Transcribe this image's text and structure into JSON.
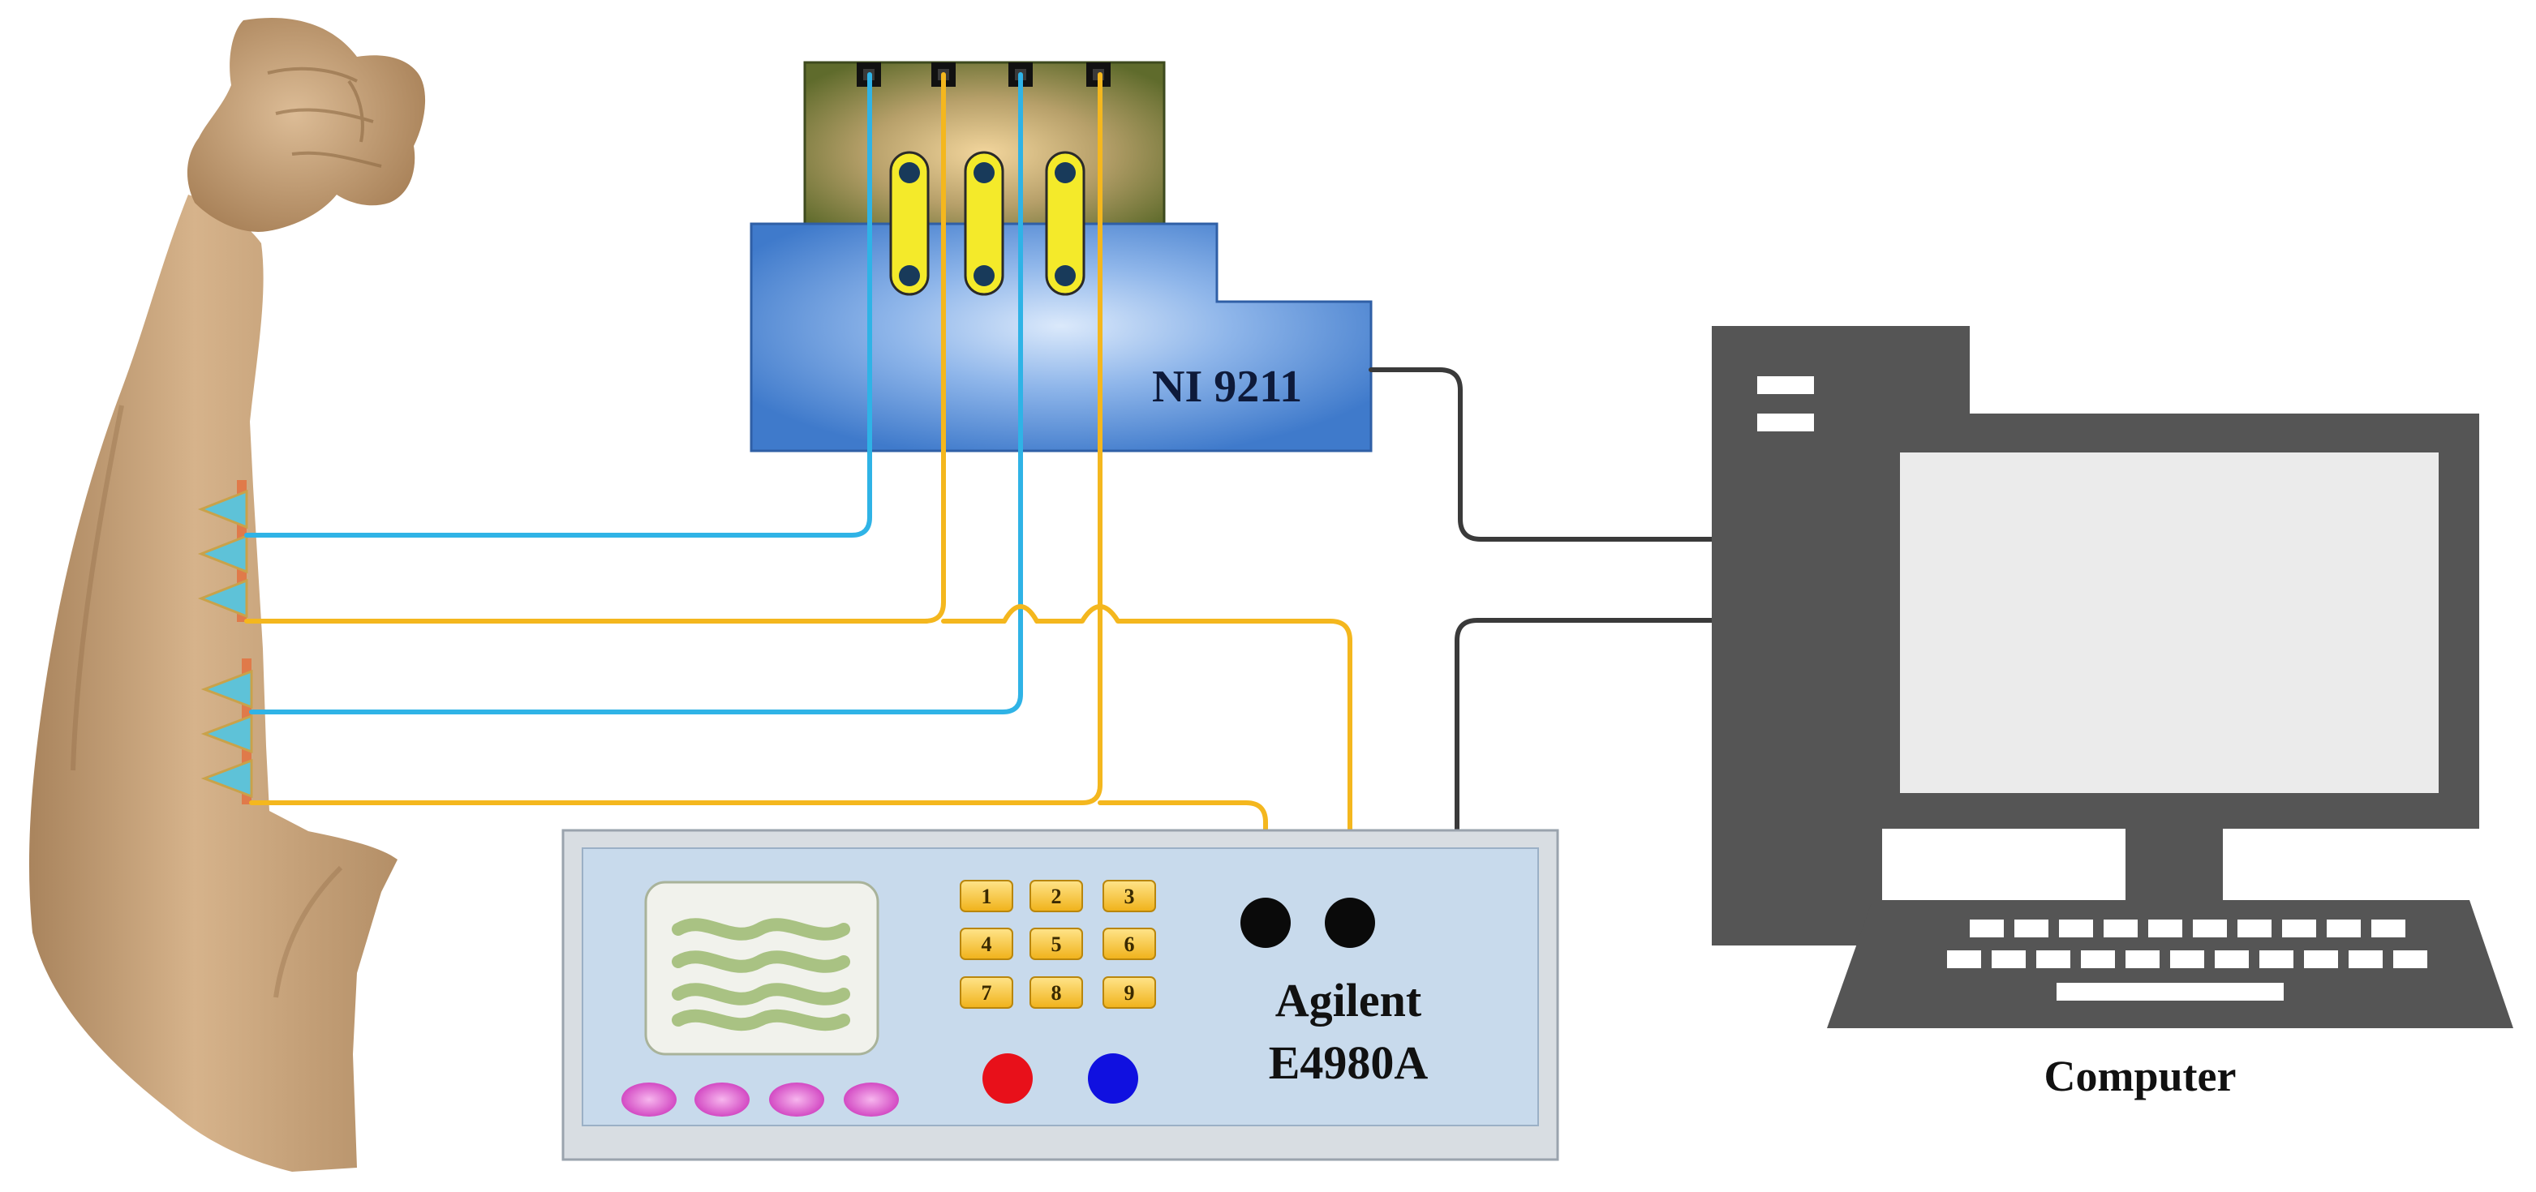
{
  "daq_module": {
    "label": "NI 9211",
    "channel_count": 4
  },
  "lcr_meter": {
    "label_line1": "Agilent",
    "label_line2": "E4980A",
    "keypad": [
      "1",
      "2",
      "3",
      "4",
      "5",
      "6",
      "7",
      "8",
      "9"
    ],
    "indicator_colors": [
      "#e8101a",
      "#1010e0"
    ],
    "terminal_count": 2,
    "soft_button_count": 4
  },
  "computer": {
    "label": "Computer"
  },
  "colors": {
    "thermocouple_wire": "#2fb3e6",
    "measurement_wire": "#f4b71e",
    "data_cable": "#3a3a3a",
    "daq_body": "#5b93d9",
    "computer_body": "#555555",
    "lcr_panel": "#c8daec",
    "skin": "#c9a37a"
  }
}
